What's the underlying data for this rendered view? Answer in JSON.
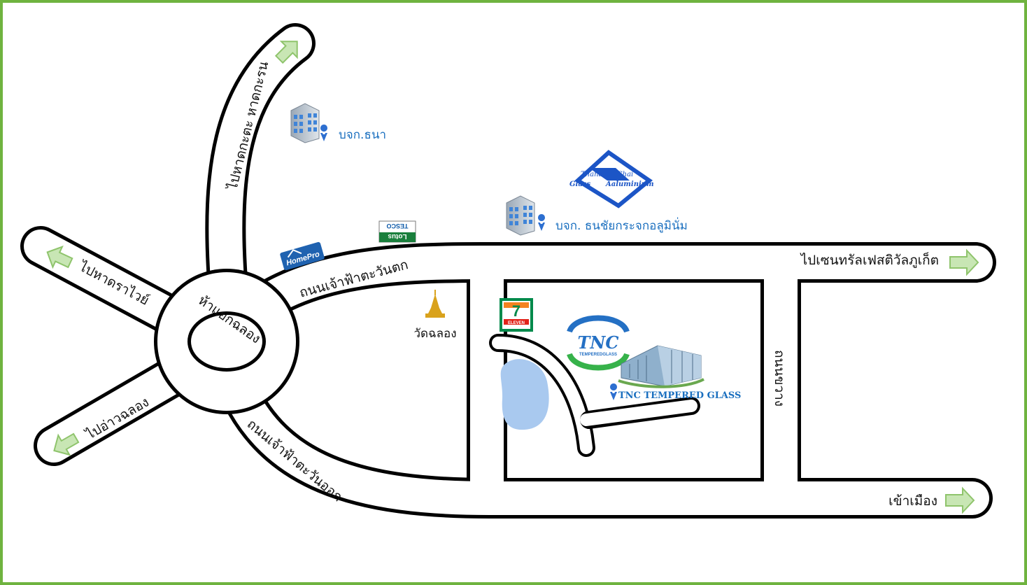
{
  "map": {
    "colors": {
      "border": "#6fb33f",
      "road_outline": "#000000",
      "road_fill": "#ffffff",
      "arrow_fill": "#c8e6b4",
      "arrow_stroke": "#8fc46c",
      "poi_text_blue": "#1a6fbf",
      "tnc_blue": "#2470c4",
      "tnc_green": "#36b24a",
      "lake": "#a9c9ef",
      "homepro_blue": "#1f62b0",
      "seven_eleven_green": "#008a4b",
      "seven_eleven_red": "#e2231a",
      "seven_eleven_orange": "#f58220",
      "thanachai_blue": "#1c55c6",
      "temple_gold": "#d9a21c"
    },
    "roads": {
      "kathu": "ไปหาดกะตะ หาดกะรน",
      "rawai": "ไปหาดราไวย์",
      "ao_chalong": "ไปอ่าวฉลอง",
      "junction": "ห้าแยกฉลอง",
      "chaofa_west": "ถนนเจ้าฟ้าตะวันตก",
      "chaofa_east": "ถนนเจ้าฟ้าตะวันออก",
      "bypass": "ถนนขวาง"
    },
    "destinations": {
      "central_festival": "ไปเซนทรัลเฟสติวัลภูเก็ต",
      "town": "เข้าเมือง"
    },
    "pois": {
      "thana_company": "บจก.ธนา",
      "thanachai_company": "บจก. ธนชัยกระจกอลูมินั่ม",
      "wat_chalong": "วัดฉลอง",
      "tnc_tempered_glass": "TNC TEMPERED GLASS"
    },
    "logos": {
      "homepro": "HomePro",
      "tesco_top": "TESCO",
      "tesco_bottom": "Lotus",
      "seven_eleven": "ELEVEN",
      "tnc": "TNC",
      "tnc_sub": "TEMPEREDGLASS",
      "thanachai_thana": "Thana",
      "thanachai_chai": "Chai",
      "thanachai_glass": "Glass",
      "thanachai_aluminium": "Aaluminium"
    },
    "icons": [
      "map-pin-icon",
      "building-icon",
      "arrow-icon",
      "pagoda-icon"
    ]
  }
}
